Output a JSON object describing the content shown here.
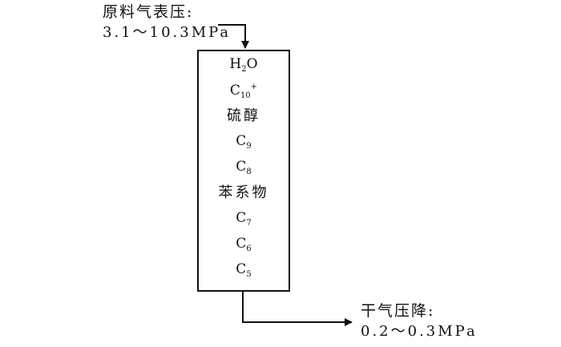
{
  "inlet": {
    "title": "原料气表压:",
    "value": "3.1～10.3MPa"
  },
  "outlet": {
    "title": "干气压降:",
    "value": "0.2～0.3MPa"
  },
  "components": [
    {
      "base": "H",
      "sub": "2",
      "after": "O",
      "sup": ""
    },
    {
      "base": "C",
      "sub": "10",
      "after": "",
      "sup": "+"
    },
    {
      "base": "硫醇",
      "sub": "",
      "after": "",
      "sup": ""
    },
    {
      "base": "C",
      "sub": "9",
      "after": "",
      "sup": ""
    },
    {
      "base": "C",
      "sub": "8",
      "after": "",
      "sup": ""
    },
    {
      "base": "苯系物",
      "sub": "",
      "after": "",
      "sup": ""
    },
    {
      "base": "C",
      "sub": "7",
      "after": "",
      "sup": ""
    },
    {
      "base": "C",
      "sub": "6",
      "after": "",
      "sup": ""
    },
    {
      "base": "C",
      "sub": "5",
      "after": "",
      "sup": ""
    }
  ]
}
